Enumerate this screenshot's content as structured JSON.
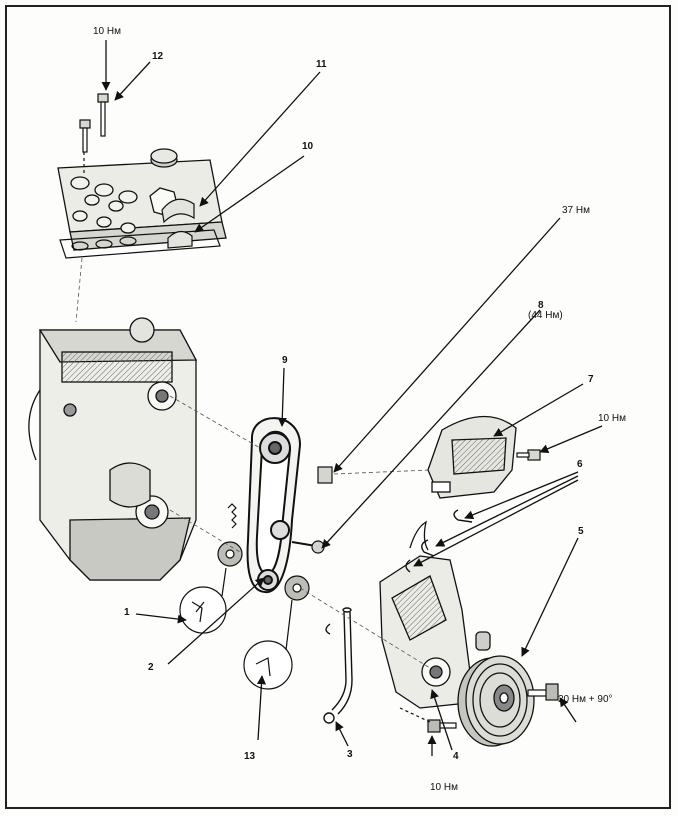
{
  "callouts": {
    "c1": "1",
    "c2": "2",
    "c3": "3",
    "c4": "4",
    "c5": "5",
    "c6": "6",
    "c7": "7",
    "c8": "8",
    "c9": "9",
    "c10": "10",
    "c11": "11",
    "c12": "12",
    "c13": "13"
  },
  "torques": {
    "t_top_bolt": "10 Нм",
    "t_37": "37 Нм",
    "t_44": "(44 Нм)",
    "t_cover_bolt": "10 Нм",
    "t_pulley": "20 Нм + 90°",
    "t_bottom_bolt": "10 Нм"
  },
  "colors": {
    "line": "#1a1a1a",
    "fill_light": "#e8e8e4",
    "fill_mid": "#b9b9b4",
    "fill_dark": "#555"
  }
}
